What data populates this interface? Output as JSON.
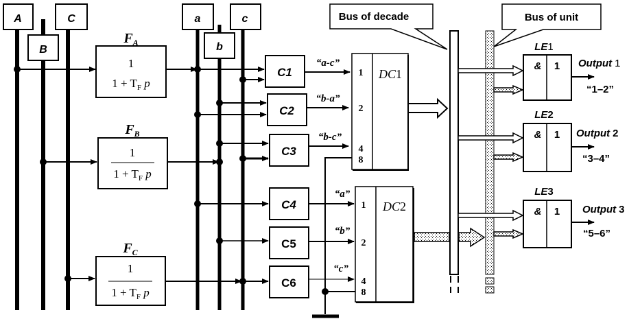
{
  "inputs": {
    "upper": [
      {
        "id": "A",
        "label": "A"
      },
      {
        "id": "B",
        "label": "B"
      },
      {
        "id": "C",
        "label": "C"
      }
    ],
    "lower": [
      {
        "id": "a",
        "label": "a"
      },
      {
        "id": "b",
        "label": "b"
      },
      {
        "id": "c",
        "label": "c"
      }
    ]
  },
  "filters": [
    {
      "id": "FA",
      "title_main": "F",
      "title_sub": "A",
      "numerator": "1",
      "denominator_prefix": "1 + T",
      "denominator_sub": "F",
      "denominator_suffix": " p"
    },
    {
      "id": "FB",
      "title_main": "F",
      "title_sub": "B",
      "numerator": "1",
      "denominator_prefix": "1 + T",
      "denominator_sub": "F",
      "denominator_suffix": " p"
    },
    {
      "id": "FC",
      "title_main": "F",
      "title_sub": "C",
      "numerator": "1",
      "denominator_prefix": "1 + T",
      "denominator_sub": "F",
      "denominator_suffix": " p"
    }
  ],
  "comparators": [
    {
      "id": "C1",
      "label": "C1",
      "output_label": "“a-c”"
    },
    {
      "id": "C2",
      "label": "C2",
      "output_label": "“b-a”"
    },
    {
      "id": "C3",
      "label": "C3",
      "output_label": "“b-c”"
    },
    {
      "id": "C4",
      "label": "C4",
      "output_label": "“a”"
    },
    {
      "id": "C5",
      "label": "C5",
      "output_label": "“b”"
    },
    {
      "id": "C6",
      "label": "C6",
      "output_label": "“c”"
    }
  ],
  "decoders": [
    {
      "id": "DC1",
      "label_main": "DC",
      "label_num": "1",
      "pins": [
        "1",
        "2",
        "4",
        "8"
      ]
    },
    {
      "id": "DC2",
      "label_main": "DC",
      "label_num": "2",
      "pins": [
        "1",
        "2",
        "4",
        "8"
      ]
    }
  ],
  "buses": {
    "decade": {
      "callout": "Bus of decade"
    },
    "unit": {
      "callout": "Bus of unit"
    }
  },
  "logic_elements": [
    {
      "id": "LE1",
      "label_main": "LE",
      "label_num": "1",
      "and_symbol": "&",
      "or_symbol": "1",
      "output_label": "Output",
      "output_num": "1",
      "range": "“1–2”"
    },
    {
      "id": "LE2",
      "label_main": "LE",
      "label_num": "2",
      "and_symbol": "&",
      "or_symbol": "1",
      "output_label": "Output",
      "output_num": "2",
      "range": "“3–4”"
    },
    {
      "id": "LE3",
      "label_main": "LE",
      "label_num": "3",
      "and_symbol": "&",
      "or_symbol": "1",
      "output_label": "Output",
      "output_num": "3",
      "range": "“5–6”"
    }
  ],
  "colors": {
    "line": "#000000",
    "background": "#ffffff",
    "dotted_fill": "#d8d8d8"
  }
}
